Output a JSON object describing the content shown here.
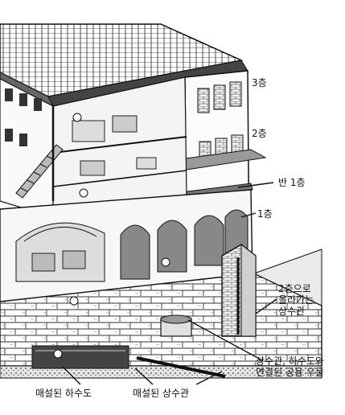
{
  "labels": {
    "floor3": "3층",
    "floor2": "2층",
    "mezzanine": "반 1층",
    "floor1": "1층",
    "pipe_to_second_floor_line1": "2층으로",
    "pipe_to_second_floor_line2": "올라가는",
    "pipe_to_second_floor_line3": "상수관",
    "public_well_line1": "상수관, 하수도와",
    "public_well_line2": "연결된 공용 우물",
    "buried_sewer": "매설된 하수도",
    "buried_water_main": "매설된 상수관"
  },
  "colors": {
    "ink": "#111111",
    "paper": "#ffffff",
    "shade": "#bdbdbd",
    "dark": "#555555"
  }
}
